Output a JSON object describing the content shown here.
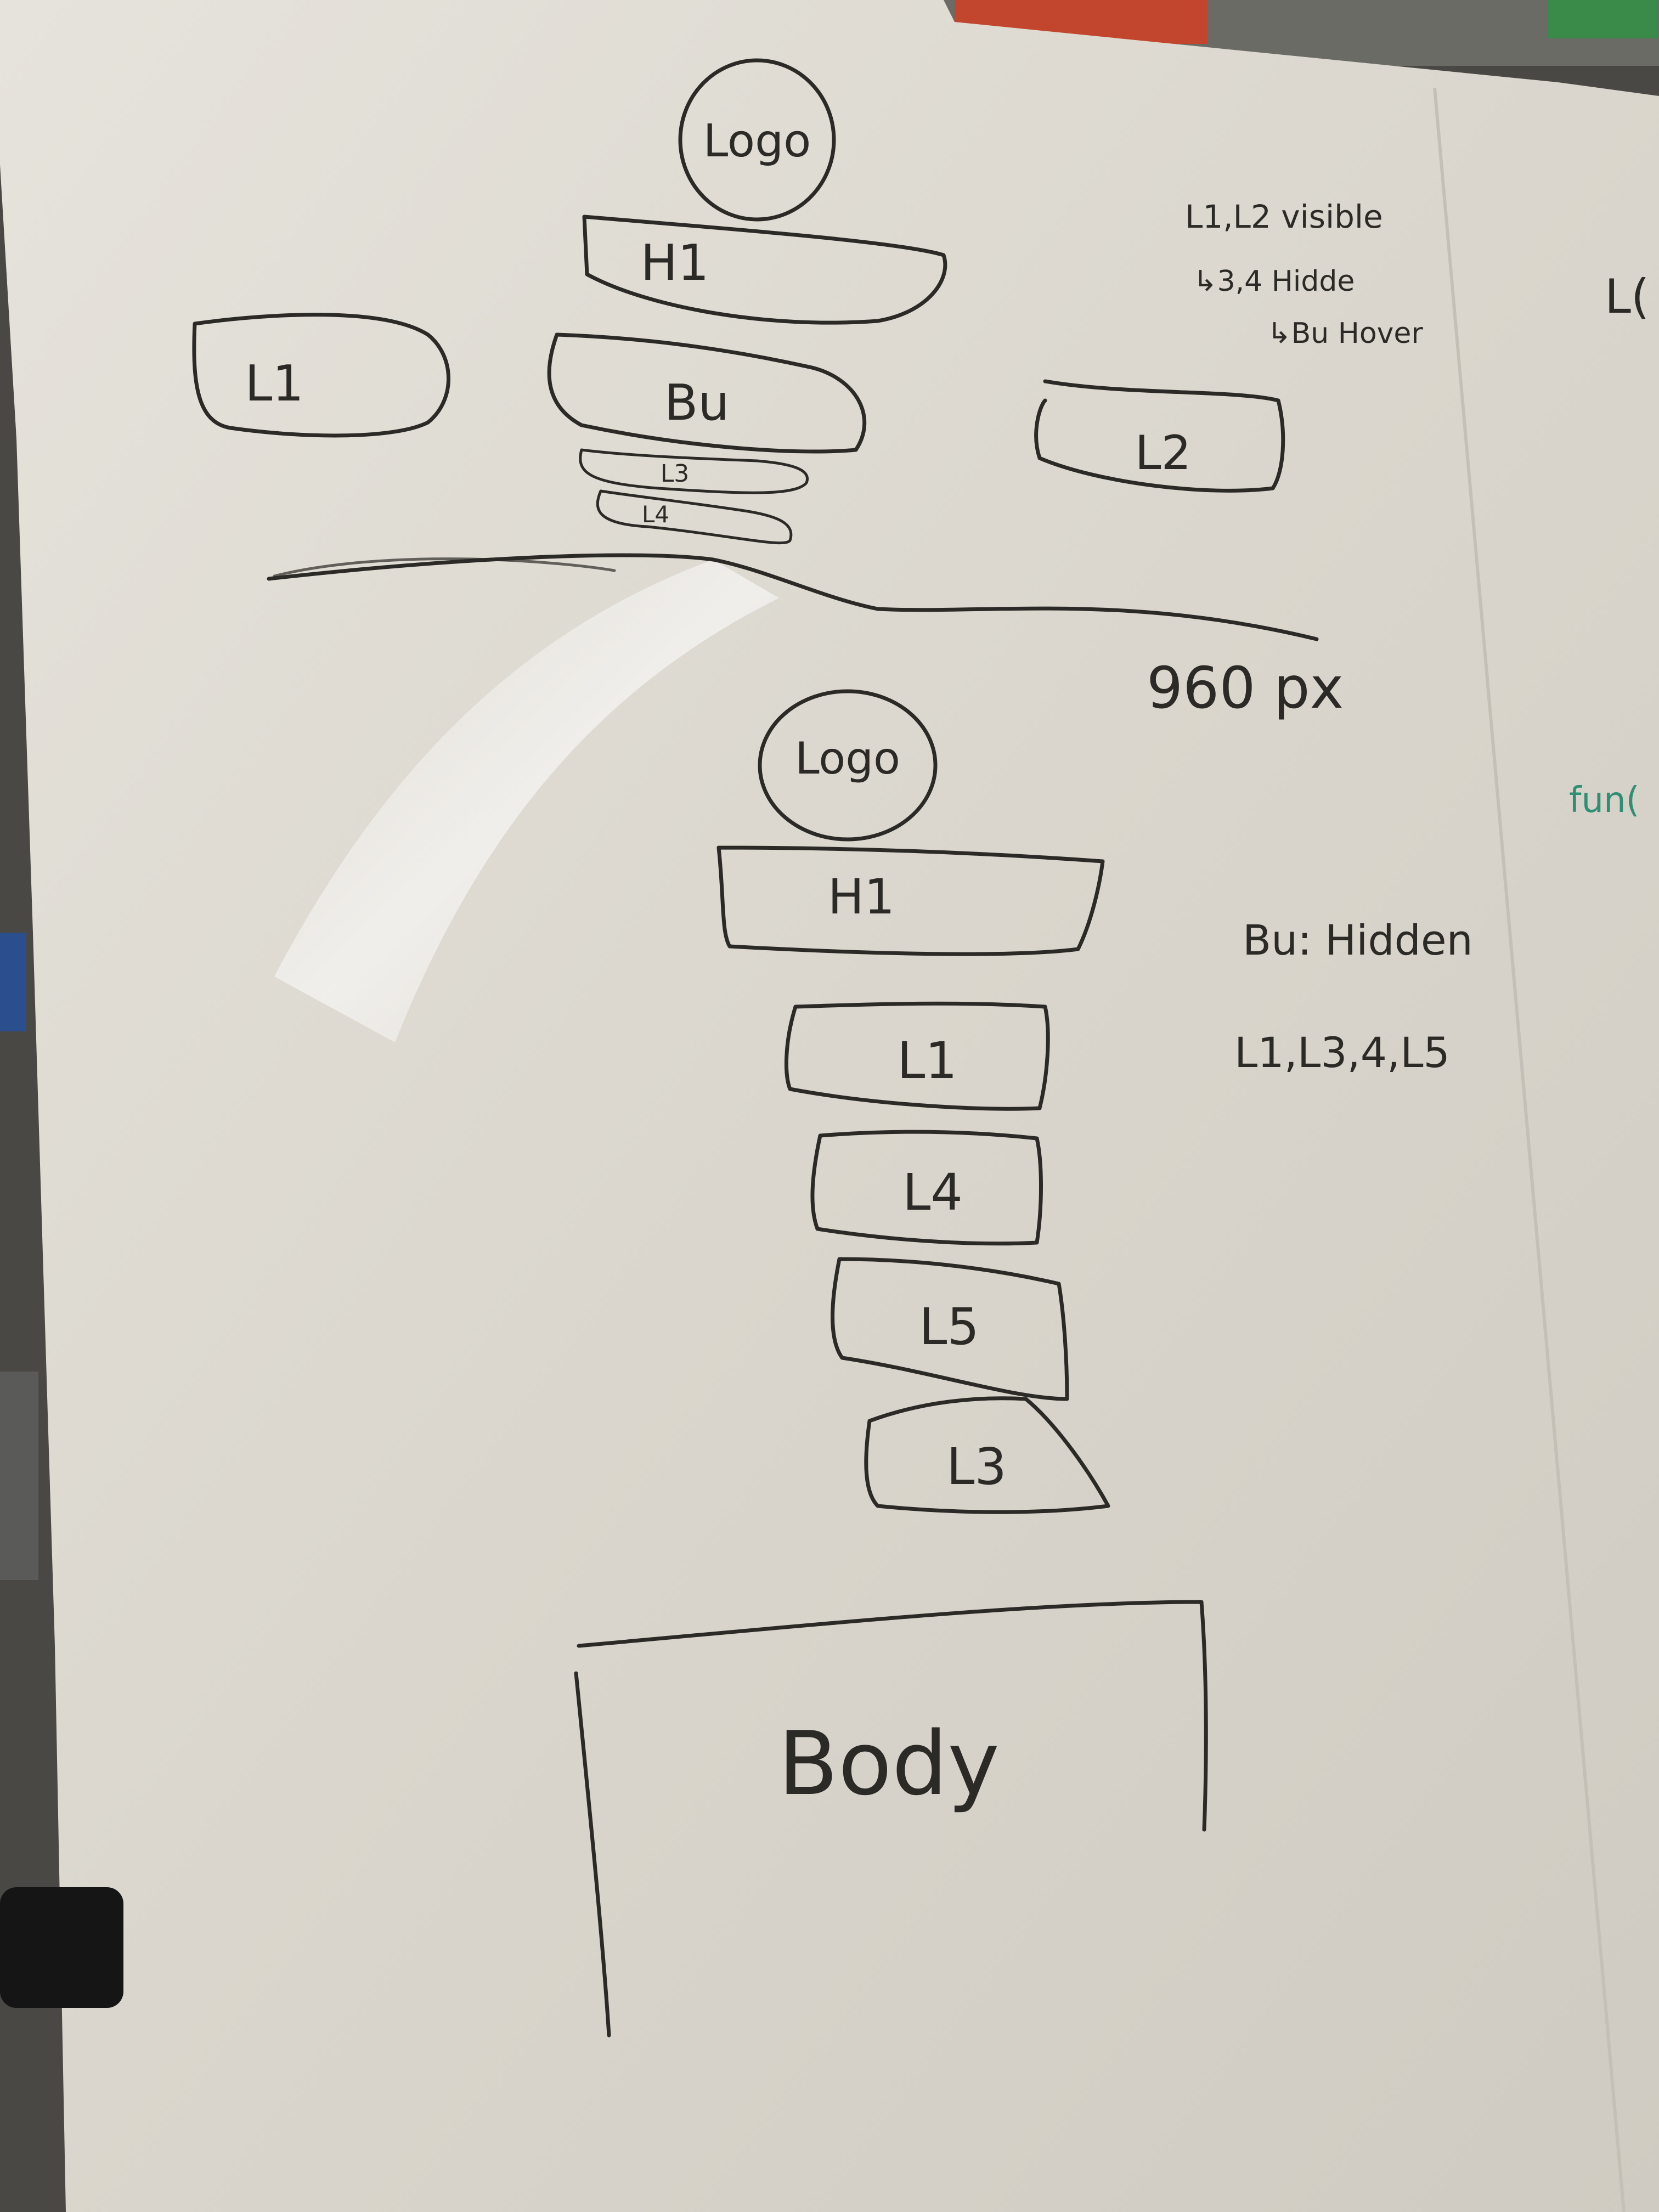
{
  "desktop_layout": {
    "logo": "Logo",
    "h1": "H1",
    "left_link": "L1",
    "button": "Bu",
    "right_link": "L2",
    "dropdown_item_1": "L3",
    "dropdown_item_2": "L4"
  },
  "desktop_notes": {
    "line_1": "L1,L2 visible",
    "line_2": "↳3,4 Hidde",
    "line_3": "↳Bu Hover"
  },
  "breakpoint": {
    "label": "960 px"
  },
  "mobile_layout": {
    "logo": "Logo",
    "h1": "H1",
    "links": [
      "L1",
      "L4",
      "L5",
      "L3"
    ]
  },
  "mobile_notes": {
    "line_1": "Bu: Hidden",
    "line_2": "L1,L3,4,L5"
  },
  "body_block": {
    "label": "Body"
  },
  "cutoff_text": {
    "right_top": "L(",
    "right_green": "fun("
  },
  "colors": {
    "whiteboard": "#dcd8d0",
    "ink": "#2c2a27",
    "green_marker": "#2f8f75"
  }
}
